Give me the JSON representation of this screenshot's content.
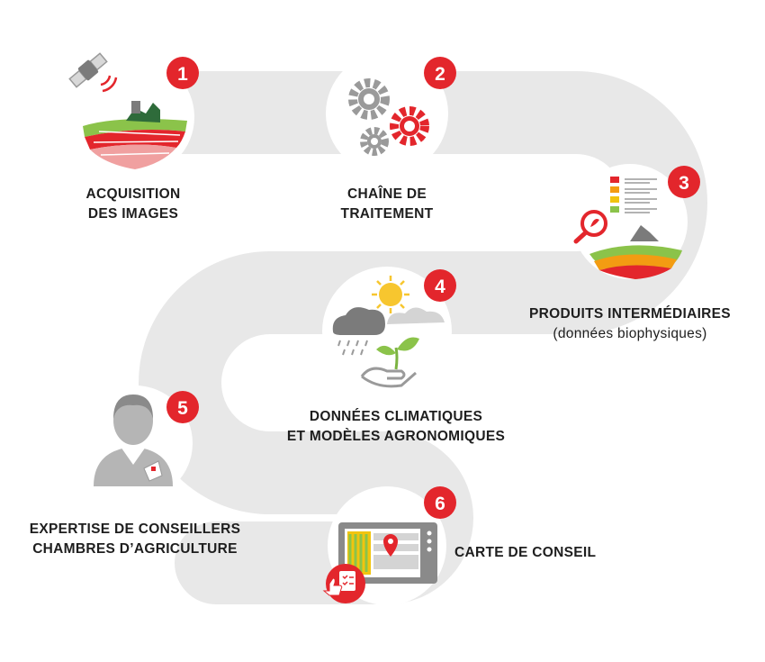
{
  "steps": [
    {
      "number": "1",
      "line1": "ACQUISITION",
      "line2": "DES IMAGES",
      "icon": "satellite-field-icon"
    },
    {
      "number": "2",
      "line1": "CHAÎNE DE",
      "line2": "TRAITEMENT",
      "icon": "gears-icon"
    },
    {
      "number": "3",
      "line1": "PRODUITS INTERMÉDIAIRES",
      "line2": "(données biophysiques)",
      "icon": "analysis-map-icon"
    },
    {
      "number": "4",
      "line1": "DONNÉES CLIMATIQUES",
      "line2": "ET MODÈLES AGRONOMIQUES",
      "icon": "weather-plant-icon"
    },
    {
      "number": "5",
      "line1": "EXPERTISE DE CONSEILLERS",
      "line2": "CHAMBRES D’AGRICULTURE",
      "icon": "advisor-icon"
    },
    {
      "number": "6",
      "line1": "CARTE DE CONSEIL",
      "line2": "",
      "icon": "tablet-map-icon"
    }
  ],
  "colors": {
    "path": "#e8e8e8",
    "badge": "#e3262c",
    "icon_gray": "#9a9a9a",
    "text": "#1e1e1e"
  }
}
